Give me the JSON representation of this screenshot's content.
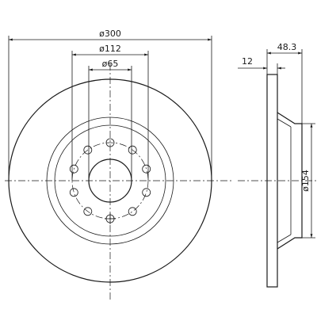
{
  "dimensions": {
    "outer_diameter": "ø300",
    "bolt_circle": "ø112",
    "center_bore": "ø65",
    "thickness": "12",
    "height": "48.3",
    "hat_diameter": "ø154"
  },
  "colors": {
    "line": "#1a1a1a",
    "background": "#ffffff"
  }
}
